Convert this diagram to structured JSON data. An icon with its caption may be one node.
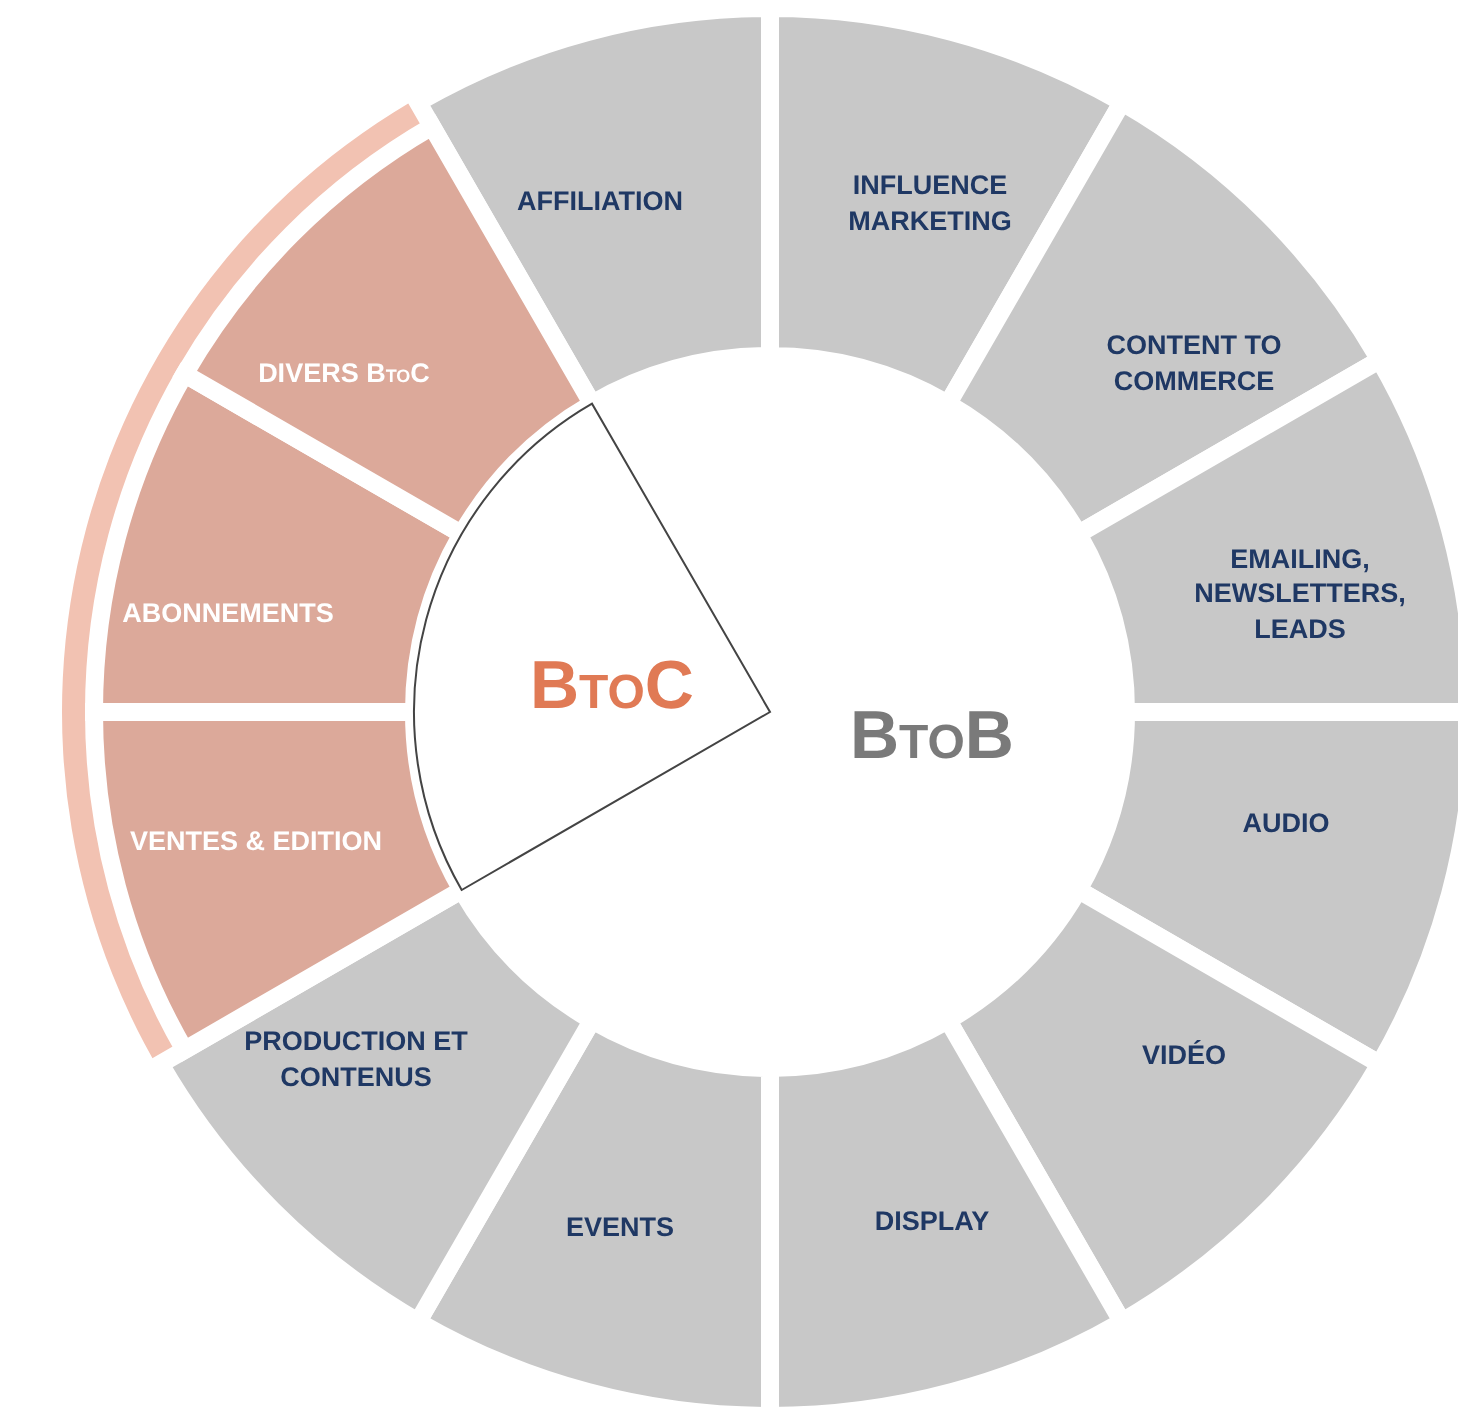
{
  "diagram": {
    "nodes": [
      {
        "text": [
          "AFFILIATION"
        ]
      },
      {
        "text": [
          "INFLUENCE MARKETING"
        ]
      },
      {
        "text": [
          "CONTENT TO COMMERCE"
        ]
      },
      {
        "text": [
          "EMAILING, NEWSLETTERS, LEADS"
        ]
      },
      {
        "text": [
          "AUDIO"
        ]
      },
      {
        "text": [
          "VIDÉO"
        ]
      },
      {
        "text": [
          "DISPLAY"
        ]
      },
      {
        "text": [
          "EVENTS"
        ]
      },
      {
        "text": [
          "PRODUCTION ET CONTENUS"
        ]
      },
      {
        "text": [
          "VENTES & EDITION"
        ]
      },
      {
        "text": [
          "ABONNEMENTS"
        ]
      },
      {
        "text": [
          "DIVERS BtoC"
        ]
      },
      {
        "text": [
          "BtoC"
        ]
      },
      {
        "text": [
          "BtoB"
        ]
      }
    ]
  }
}
